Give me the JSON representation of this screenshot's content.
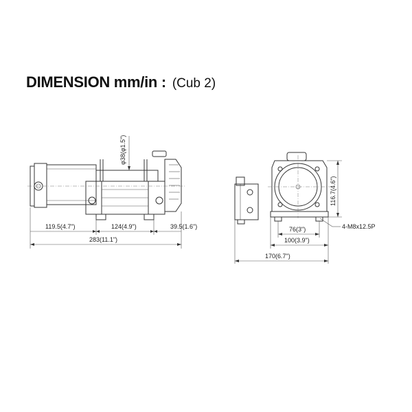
{
  "title": {
    "main": "DIMENSION mm/in :",
    "sub": "(Cub 2)"
  },
  "front_view": {
    "dim_left": "119.5(4.7\")",
    "dim_center": "124(4.9\")",
    "dim_right": "39.5(1.6\")",
    "dim_overall": "283(11.1\")",
    "dim_drum": "φ38(φ1.5\")"
  },
  "side_view": {
    "dim_height": "116.7(4.6\")",
    "dim_bolt_spacing": "76(3\")",
    "dim_base": "100(3.9\")",
    "dim_overall": "170(6.7\")",
    "bolt_spec": "4-M8x12.5P"
  },
  "colors": {
    "line": "#333333",
    "text": "#222222"
  }
}
